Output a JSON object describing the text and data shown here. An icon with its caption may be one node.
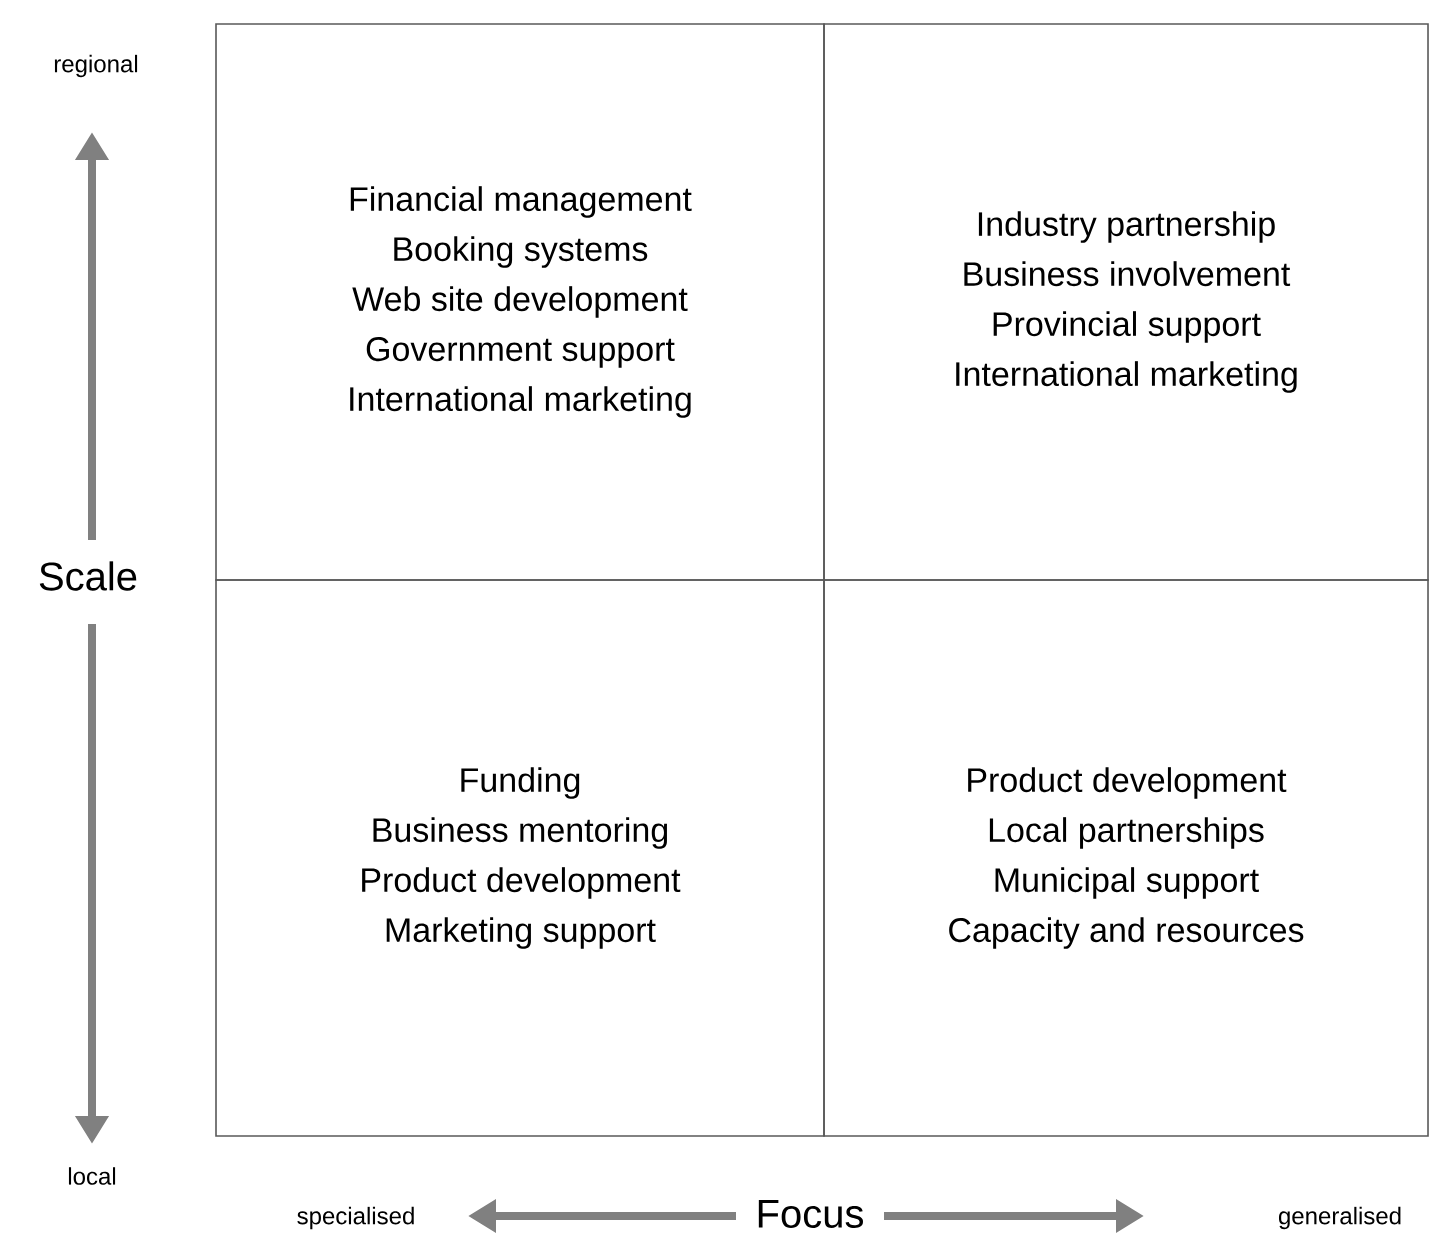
{
  "diagram": {
    "nodes": [
      {
        "text": [
          "Financial management",
          "Booking systems",
          "Web site development",
          "Government support",
          "International marketing"
        ]
      },
      {
        "text": [
          "Industry partnership",
          "Business involvement",
          "Provincial support",
          "International marketing"
        ]
      },
      {
        "text": [
          "Funding",
          "Business mentoring",
          "Product development",
          "Marketing support"
        ]
      },
      {
        "text": [
          "Product development",
          "Local partnerships",
          "Municipal support",
          "Capacity and resources"
        ]
      }
    ],
    "labels": [
      "regional",
      "Scale",
      "local",
      "specialised",
      "Focus",
      "generalised"
    ]
  }
}
